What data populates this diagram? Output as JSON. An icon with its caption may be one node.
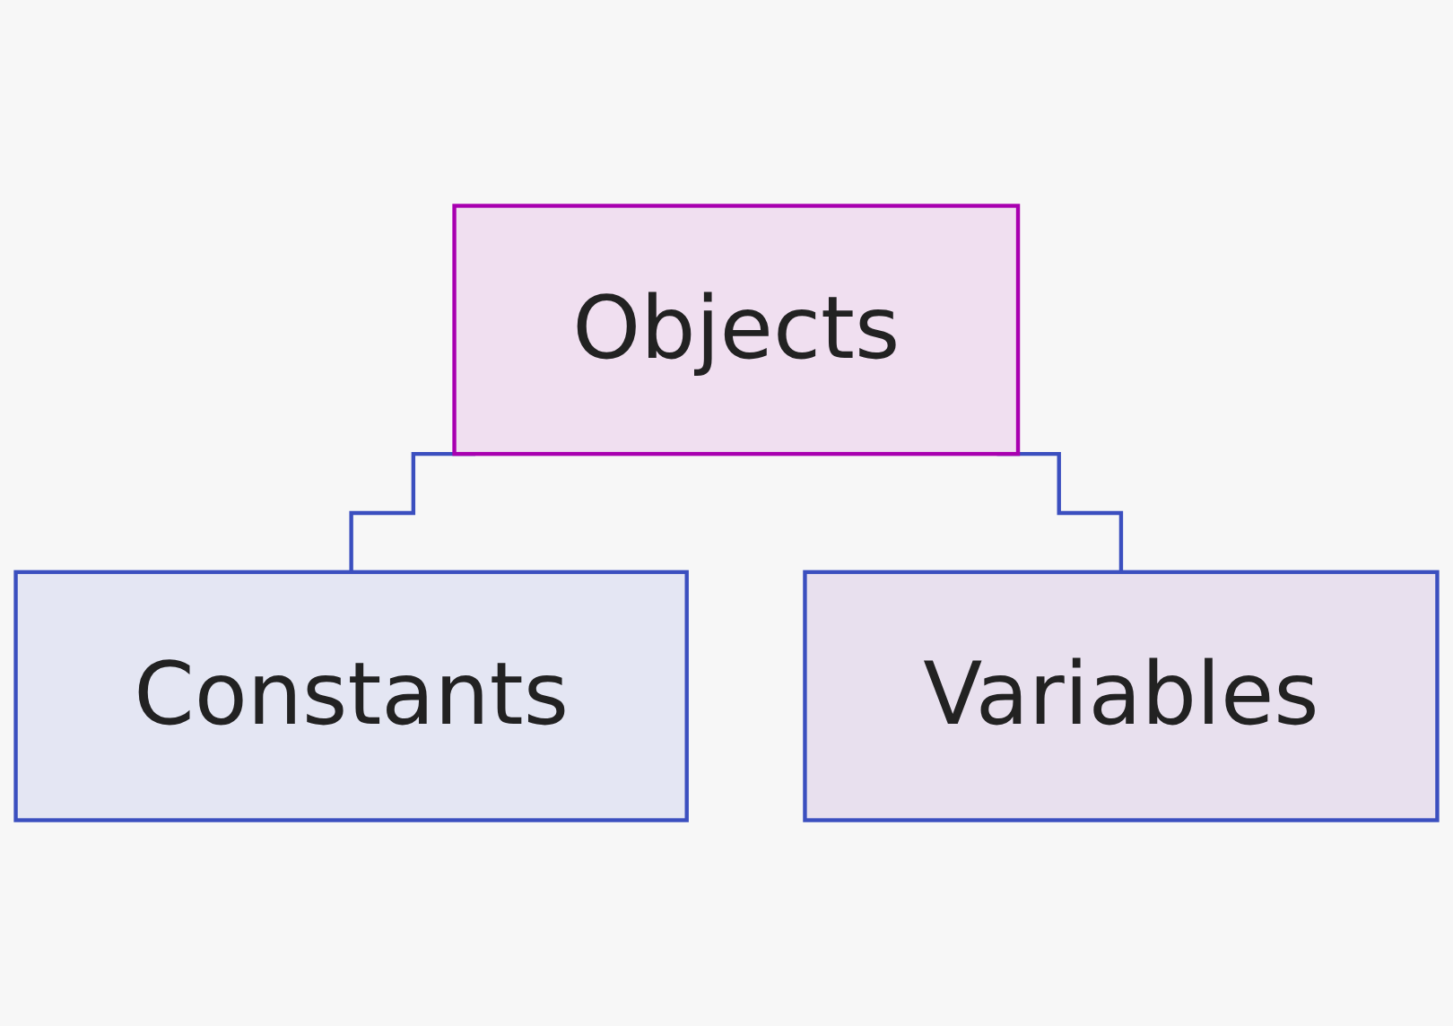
{
  "diagram": {
    "nodes": [
      {
        "text": [
          "Objects"
        ]
      },
      {
        "text": [
          "Constants"
        ]
      },
      {
        "text": [
          "Variables"
        ]
      }
    ],
    "edges": [
      {
        "from": 0,
        "to": 1,
        "arrow": "none"
      },
      {
        "from": 0,
        "to": 2,
        "arrow": "none"
      }
    ]
  }
}
